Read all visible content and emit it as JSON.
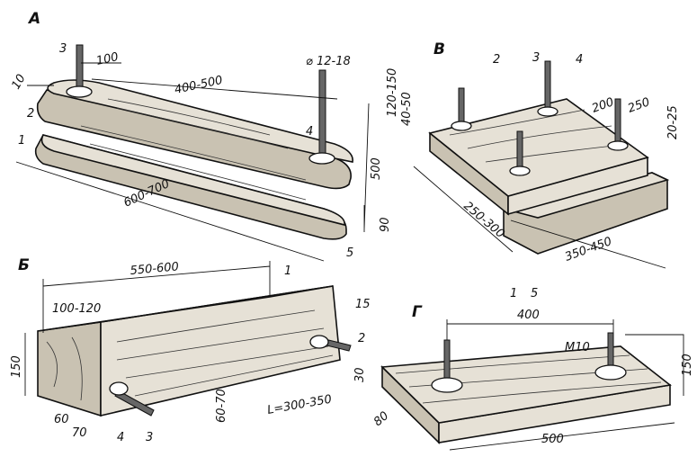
{
  "figures": {
    "A": {
      "letter": "А",
      "dims": {
        "top_len": "400-500",
        "bottom_len": "600-700",
        "nut_w": "100",
        "edge": "10",
        "bolt_d": "⌀ 12-18",
        "height": "500",
        "base": "90"
      },
      "parts": [
        "1",
        "2",
        "3",
        "4",
        "5"
      ]
    },
    "B": {
      "letter": "В",
      "dims": {
        "h1": "120-150",
        "h2": "40-50",
        "w1": "200",
        "w2": "250",
        "t": "20-25",
        "d1": "250-300",
        "d2": "350-450"
      },
      "parts": [
        "1",
        "2",
        "3",
        "4",
        "5"
      ]
    },
    "V": {
      "letter": "Б",
      "dims": {
        "len": "550-600",
        "top": "100-120",
        "right": "15",
        "h": "150",
        "a": "60",
        "b": "70",
        "c": "60-70",
        "bolt": "L=300-350"
      },
      "parts": [
        "1",
        "2",
        "3",
        "4"
      ]
    },
    "G": {
      "letter": "Г",
      "dims": {
        "span": "400",
        "thread": "M10",
        "h": "150",
        "t": "30",
        "w": "80",
        "len": "500"
      }
    }
  }
}
